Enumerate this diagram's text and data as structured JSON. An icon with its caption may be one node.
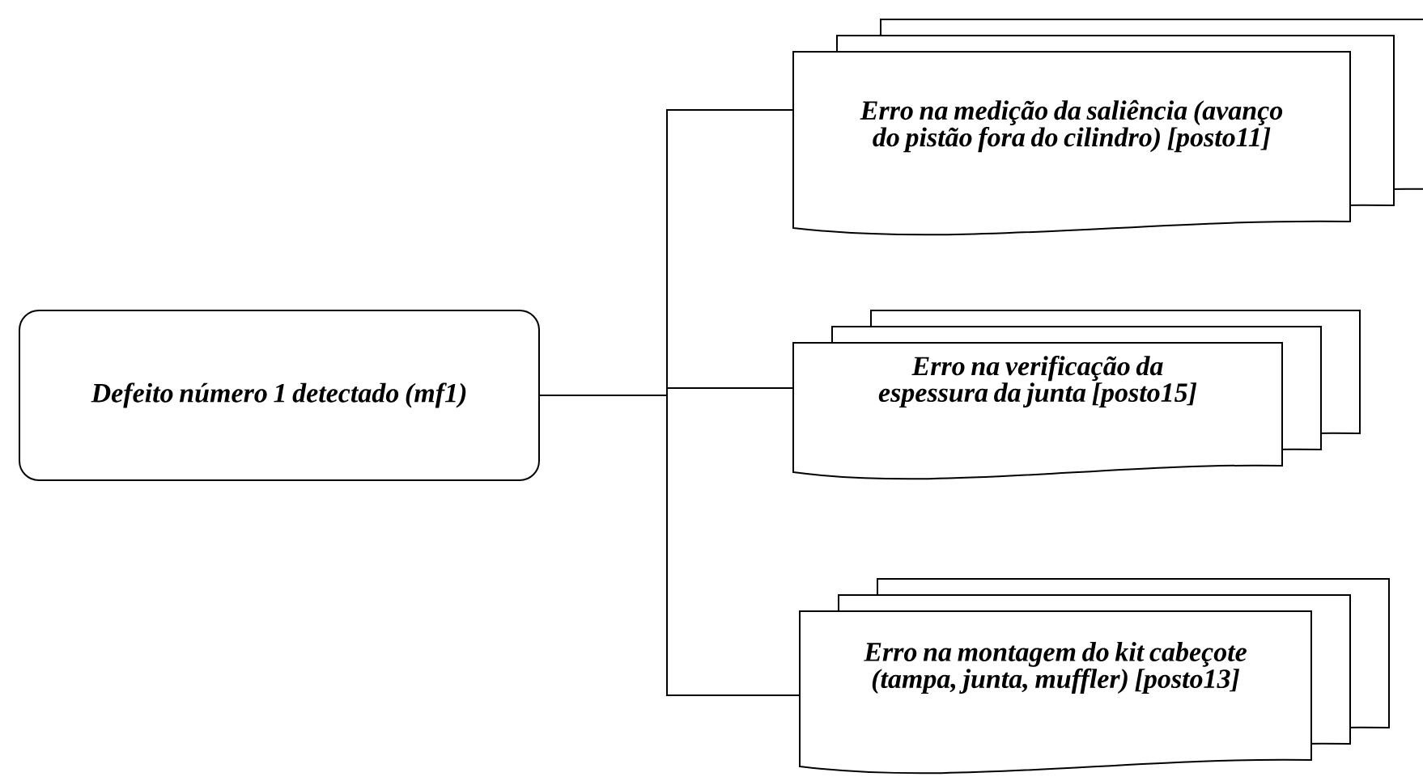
{
  "diagram": {
    "nodes": [
      {
        "text": [
          "Defeito número 1 detectado (mf1)"
        ]
      },
      {
        "text": [
          "Erro na medição da saliência (avanço do pistão fora do cilindro) [posto11]"
        ]
      },
      {
        "text": [
          "Erro na verificação da espessura da junta [posto15]"
        ]
      },
      {
        "text": [
          "Erro na montagem do kit cabeçote (tampa, junta, muffler) [posto13]"
        ]
      }
    ],
    "edges": [
      {
        "from": 0,
        "to": 1,
        "arrow": "none"
      },
      {
        "from": 0,
        "to": 2,
        "arrow": "none"
      },
      {
        "from": 0,
        "to": 3,
        "arrow": "none"
      }
    ]
  }
}
